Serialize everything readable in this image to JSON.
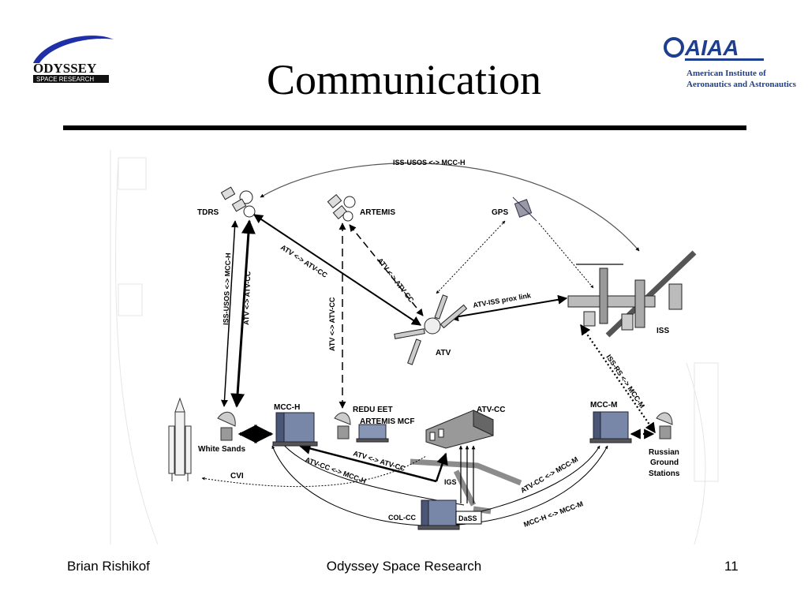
{
  "slide": {
    "title": "Communication",
    "logo_left_text": "ODYSSEY",
    "logo_left_sub": "SPACE RESEARCH",
    "logo_right_text": "AIAA",
    "logo_right_line1": "American Institute of",
    "logo_right_line2": "Aeronautics and Astronautics"
  },
  "diagram": {
    "nodes": {
      "tdrs": "TDRS",
      "artemis": "ARTEMIS",
      "gps": "GPS",
      "atv": "ATV",
      "iss": "ISS",
      "white_sands": "White Sands",
      "mcc_h": "MCC-H",
      "redu_eet": "REDU EET",
      "artemis_mcf": "ARTEMIS MCF",
      "atv_cc": "ATV-CC",
      "mcc_m": "MCC-M",
      "russian1": "Russian",
      "russian2": "Ground",
      "russian3": "Stations",
      "col_cc": "COL-CC",
      "dass": "DaSS",
      "igs": "IGS"
    },
    "links": {
      "iss_usos_mcch_top": "ISS-USOS <-> MCC-H",
      "atv_atvcc_tdrs": "ATV <-> ATV-CC",
      "atv_atvcc_artemis": "ATV <-> ATV-CC",
      "atv_iss_prox": "ATV-ISS prox link",
      "iss_usos_mcch_left": "ISS-USOS <-> MCC-H",
      "atv_atvcc_left": "ATV <-> ATV-CC",
      "atv_atvcc_mid": "ATV <-> ATV-CC",
      "iss_rs_mccm": "ISS-RS <-> MCC-M",
      "atvcc_mcch": "ATV-CC <-> MCC-H",
      "atv_atvcc_ground": "ATV <-> ATV-CC",
      "atvcc_mccm": "ATV-CC <-> MCC-M",
      "mcch_mccm": "MCC-H <-> MCC-M",
      "cvi": "CVI"
    }
  },
  "footer": {
    "author": "Brian Rishikof",
    "company": "Odyssey Space Research",
    "page": "11"
  }
}
